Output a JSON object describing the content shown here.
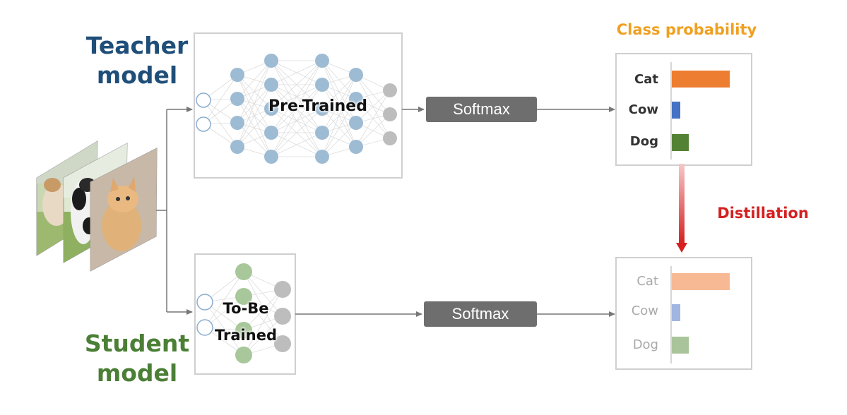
{
  "teacher": {
    "title_line1": "Teacher",
    "title_line2": "model",
    "network_label": "Pre-Trained",
    "softmax_label": "Softmax"
  },
  "student": {
    "title_line1": "Student",
    "title_line2": "model",
    "network_label_line1": "To-Be",
    "network_label_line2": "Trained",
    "softmax_label": "Softmax"
  },
  "class_probability_title": "Class probability",
  "distillation_label": "Distillation",
  "input_images": [
    "dog-photo",
    "cow-photo",
    "kitten-photo"
  ],
  "chart_data": [
    {
      "type": "bar",
      "orientation": "horizontal",
      "categories": [
        "Cat",
        "Cow",
        "Dog"
      ],
      "values": [
        0.82,
        0.12,
        0.24
      ],
      "xlim": [
        0,
        1
      ]
    },
    {
      "type": "bar",
      "orientation": "horizontal",
      "categories": [
        "Cat",
        "Cow",
        "Dog"
      ],
      "values": [
        0.82,
        0.12,
        0.24
      ],
      "xlim": [
        0,
        1
      ]
    }
  ],
  "colors": {
    "teacher_node": "#9dbbd3",
    "student_node": "#a8c79a",
    "output_node": "#bdbdbd",
    "cat_bar": "#ed7d31",
    "cow_bar": "#4472c4",
    "dog_bar": "#548235",
    "cat_bar_soft": "#f6b994",
    "cow_bar_soft": "#a0b5e0",
    "dog_bar_soft": "#a9c49a",
    "distill_arrow": "#d42020",
    "teacher_title": "#1f4e79",
    "student_title": "#4b7f36",
    "class_prob_title": "#f0a020"
  }
}
